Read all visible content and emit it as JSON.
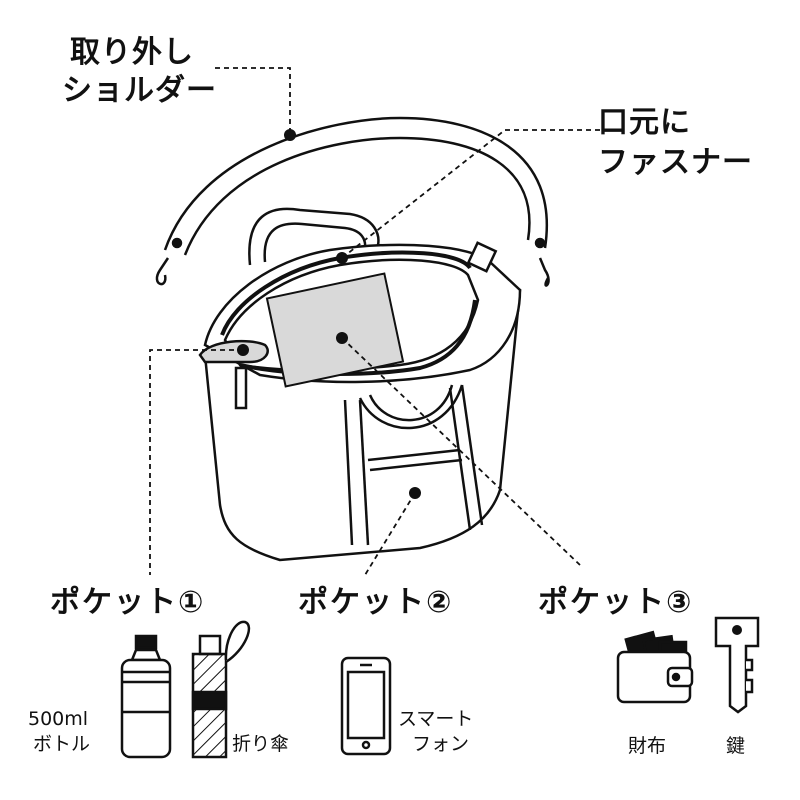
{
  "callouts": {
    "shoulder_line1": "取り外し",
    "shoulder_line2": "ショルダー",
    "zipper_line1": "口元に",
    "zipper_line2": "ファスナー"
  },
  "pockets": {
    "p1": "ポケット①",
    "p2": "ポケット②",
    "p3": "ポケット③"
  },
  "items": {
    "bottle_line1": "500ml",
    "bottle_line2": "ボトル",
    "umbrella": "折り傘",
    "phone_line1": "スマート",
    "phone_line2": "フォン",
    "wallet": "財布",
    "key": "鍵"
  }
}
